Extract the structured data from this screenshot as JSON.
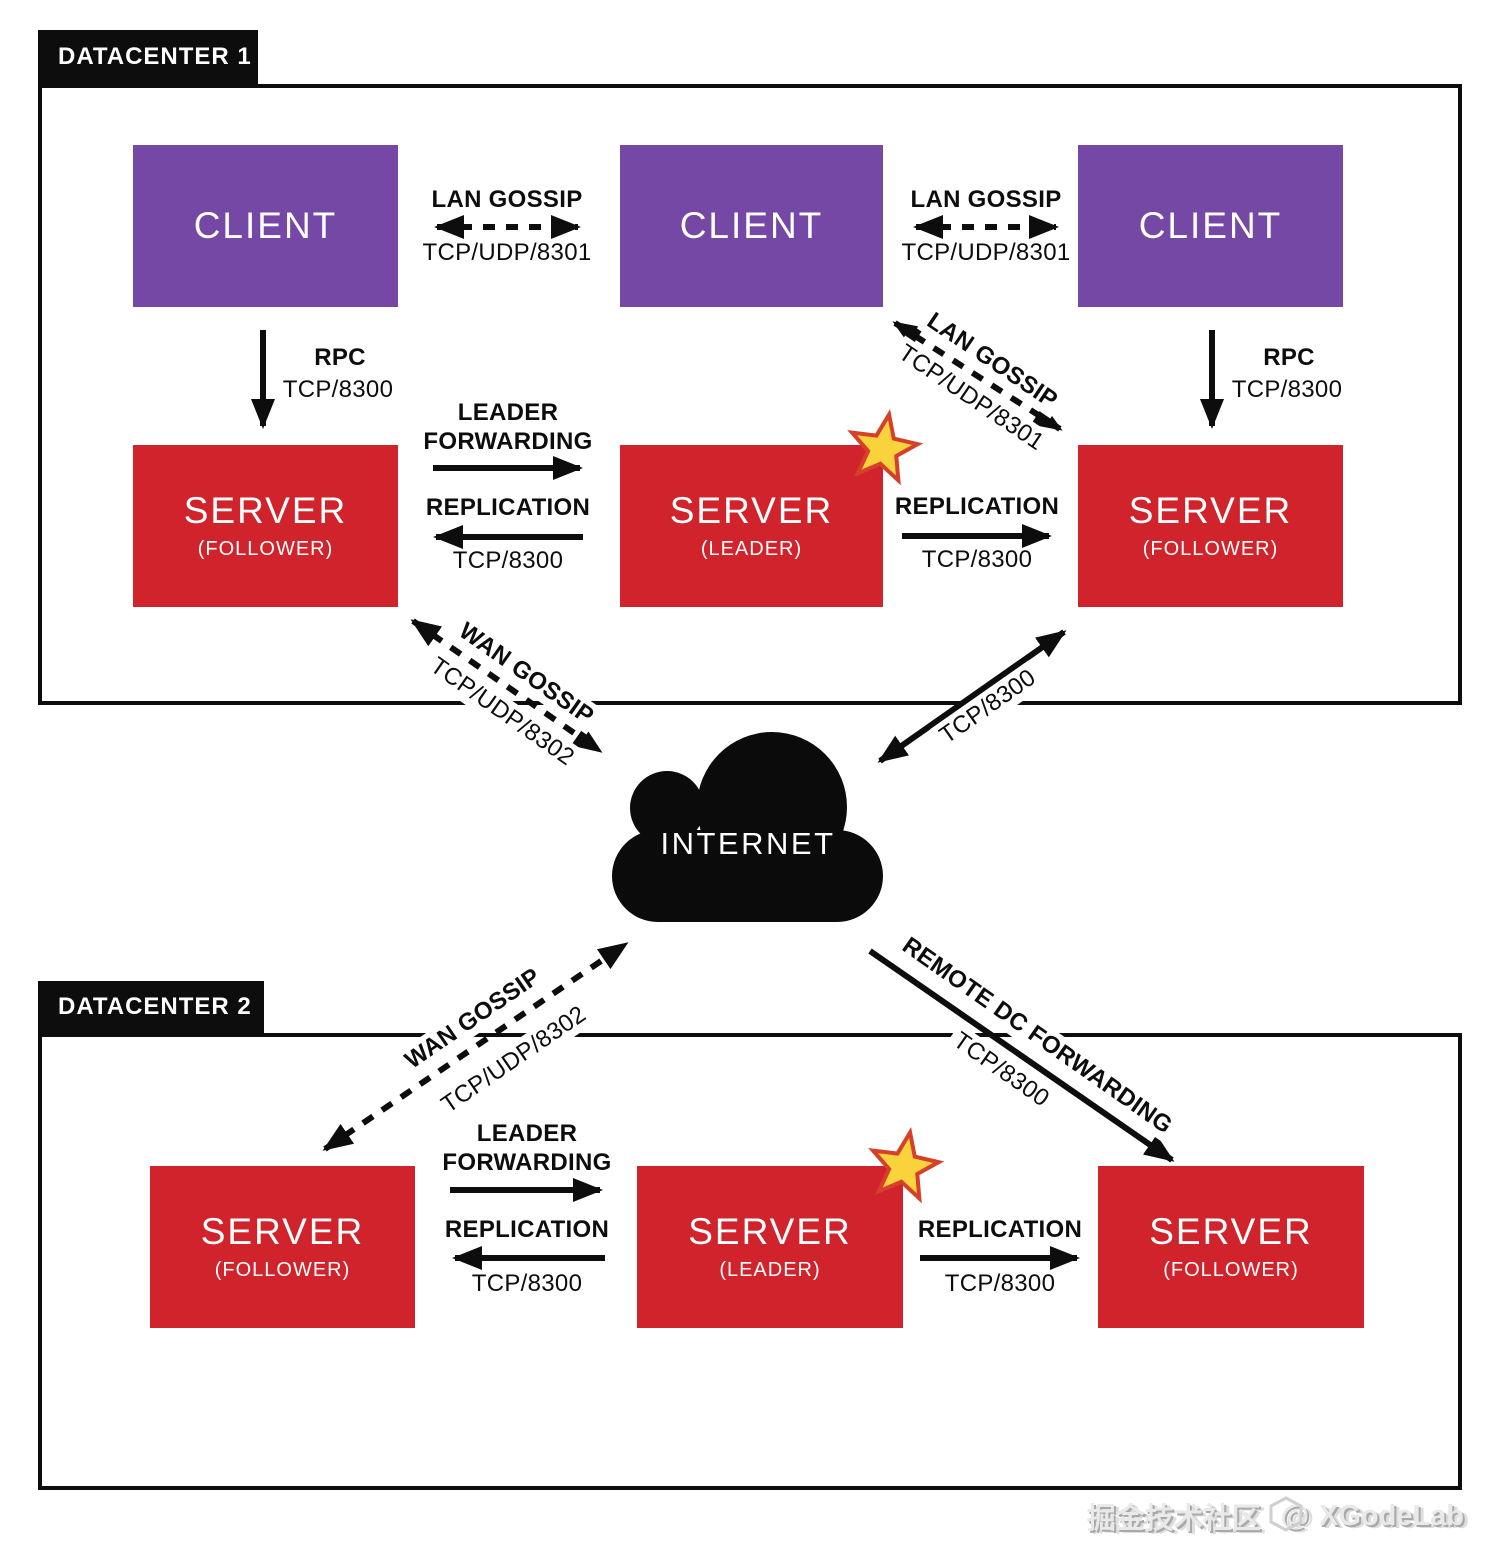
{
  "datacenter1": {
    "label": "DATACENTER 1",
    "clients": [
      {
        "title": "CLIENT"
      },
      {
        "title": "CLIENT"
      },
      {
        "title": "CLIENT"
      }
    ],
    "servers": [
      {
        "title": "SERVER",
        "role": "(FOLLOWER)"
      },
      {
        "title": "SERVER",
        "role": "(LEADER)"
      },
      {
        "title": "SERVER",
        "role": "(FOLLOWER)"
      }
    ]
  },
  "datacenter2": {
    "label": "DATACENTER 2",
    "servers": [
      {
        "title": "SERVER",
        "role": "(FOLLOWER)"
      },
      {
        "title": "SERVER",
        "role": "(LEADER)"
      },
      {
        "title": "SERVER",
        "role": "(FOLLOWER)"
      }
    ]
  },
  "internet": {
    "label": "INTERNET"
  },
  "connections": {
    "lan_gossip": {
      "name": "LAN GOSSIP",
      "port": "TCP/UDP/8301"
    },
    "rpc": {
      "name": "RPC",
      "port": "TCP/8300"
    },
    "leader_forwarding": {
      "name": "LEADER FORWARDING"
    },
    "replication": {
      "name": "REPLICATION",
      "port": "TCP/8300"
    },
    "wan_gossip": {
      "name": "WAN GOSSIP",
      "port": "TCP/UDP/8302"
    },
    "internet_link": {
      "port": "TCP/8300"
    },
    "remote_dc_forwarding": {
      "name": "REMOTE DC FORWARDING",
      "port": "TCP/8300"
    }
  },
  "watermark": {
    "community": "掘金技术社区",
    "at": "@",
    "handle": "XGodeLab"
  },
  "colors": {
    "client_purple": "#7448A4",
    "server_red": "#D0232B",
    "ink_black": "#0D0D0D",
    "star_fill": "#F9D23C",
    "star_stroke": "#D6402B"
  }
}
